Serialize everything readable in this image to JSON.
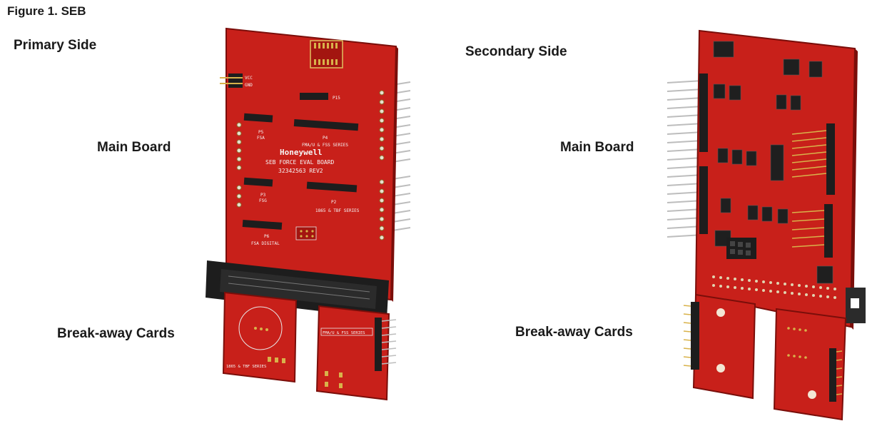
{
  "figure_title": "Figure 1. SEB",
  "labels": {
    "primary_side": "Primary Side",
    "secondary_side": "Secondary  Side",
    "main_board_left": "Main Board",
    "main_board_right": "Main Board",
    "breakaway_left": "Break-away Cards",
    "breakaway_right": "Break-away Cards"
  },
  "silkscreen": {
    "brand": "Honeywell",
    "board_name": "SEB FORCE EVAL BOARD",
    "part_number": "32342563 REV2",
    "p4_series": "FMA/U & FSS SERIES",
    "p2_series": "1865 & TBF SERIES",
    "fsa_digital": "FSA DIGITAL",
    "card_left_series": "1865 & TBF SERIES",
    "card_right_series": "FMA/U & FSS SERIES"
  },
  "colors": {
    "pcb_red": "#c8201a",
    "pcb_dark": "#9e140f",
    "pcb_edge": "#7a0e0a",
    "pin_gold": "#d8b24a",
    "pin_silver": "#bdbdbd",
    "connector_black": "#1d1d1d"
  }
}
